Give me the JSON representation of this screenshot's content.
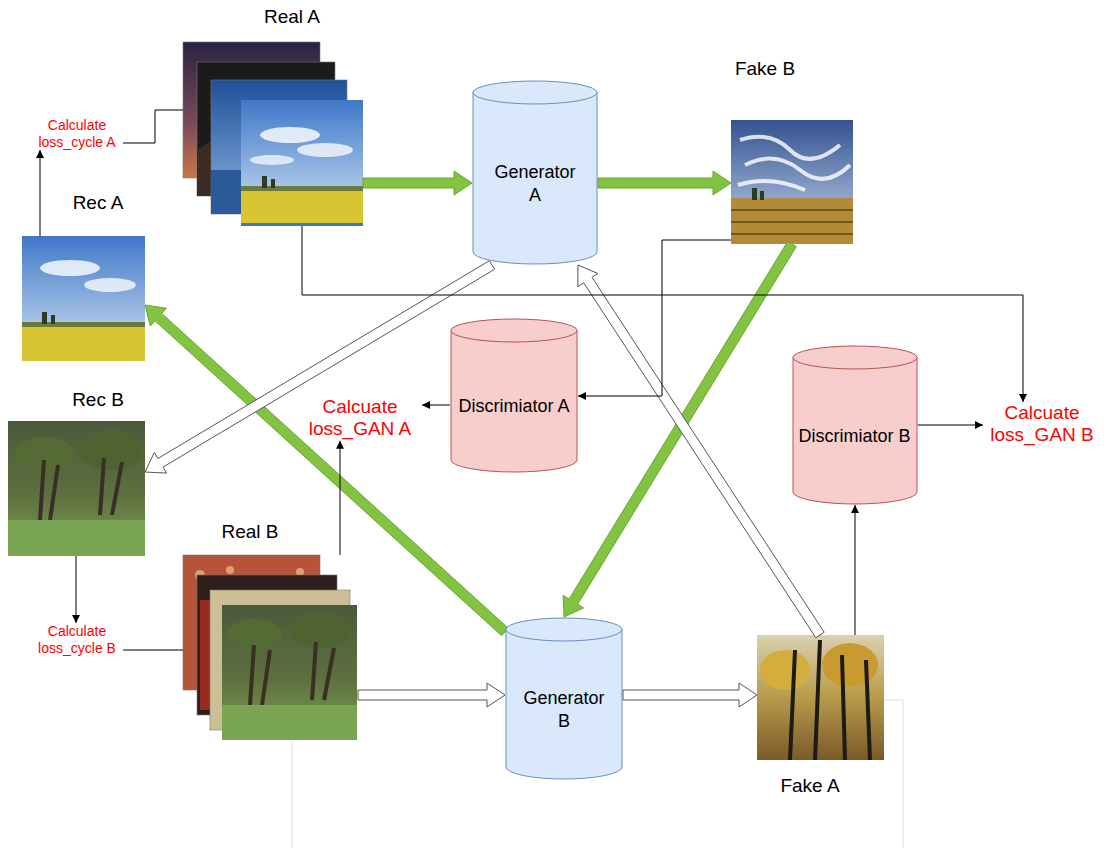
{
  "diagram": {
    "nodes": [
      {
        "text": [
          "Real A"
        ]
      },
      {
        "text": [
          "Calculate loss_cycle A"
        ]
      },
      {
        "text": [
          "Generator A"
        ]
      },
      {
        "text": [
          "Fake B"
        ]
      },
      {
        "text": [
          "Rec A"
        ]
      },
      {
        "text": [
          "Discrimiator A"
        ]
      },
      {
        "text": [
          "Calcuate loss_GAN A"
        ]
      },
      {
        "text": [
          "Rec B"
        ]
      },
      {
        "text": [
          "Discrimiator B"
        ]
      },
      {
        "text": [
          "Calcuate loss_GAN B"
        ]
      },
      {
        "text": [
          "Calculate loss_cycle B"
        ]
      },
      {
        "text": [
          "Real B"
        ]
      },
      {
        "text": [
          "Generator B"
        ]
      },
      {
        "text": [
          "Fake A"
        ]
      }
    ],
    "edges": [
      {
        "from": 0,
        "to": 2,
        "arrow": "to"
      },
      {
        "from": 2,
        "to": 3,
        "arrow": "to"
      },
      {
        "from": 3,
        "to": 12,
        "arrow": "to"
      },
      {
        "from": 12,
        "to": 4,
        "arrow": "to"
      },
      {
        "from": 11,
        "to": 12,
        "arrow": "to"
      },
      {
        "from": 12,
        "to": 13,
        "arrow": "to"
      },
      {
        "from": 13,
        "to": 2,
        "arrow": "to"
      },
      {
        "from": 2,
        "to": 7,
        "arrow": "to"
      },
      {
        "from": 3,
        "to": 5,
        "arrow": "to"
      },
      {
        "from": 5,
        "to": 6,
        "arrow": "to"
      },
      {
        "from": 11,
        "to": 6,
        "arrow": "to"
      },
      {
        "from": 0,
        "to": 9,
        "arrow": "to"
      },
      {
        "from": 13,
        "to": 8,
        "arrow": "to"
      },
      {
        "from": 8,
        "to": 9,
        "arrow": "to"
      },
      {
        "from": 4,
        "to": 1,
        "arrow": "to"
      },
      {
        "from": 1,
        "to": 0,
        "arrow": "none"
      },
      {
        "from": 7,
        "to": 10,
        "arrow": "to"
      },
      {
        "from": 10,
        "to": 11,
        "arrow": "none"
      }
    ]
  }
}
